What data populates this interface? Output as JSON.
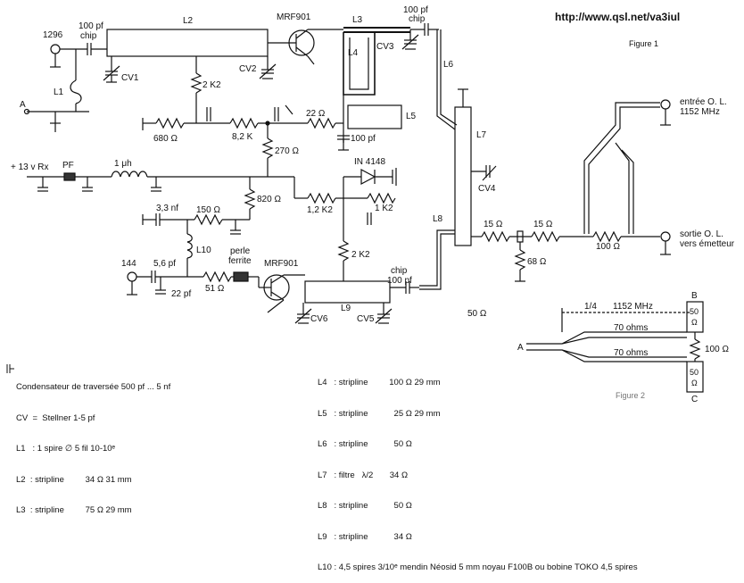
{
  "url": "http://www.qsl.net/va3iul",
  "figure1": "Figure 1",
  "labels": {
    "in1296": "1296",
    "cap_in": "100 pf",
    "chip": "chip",
    "l2": "L2",
    "l3": "L3",
    "l4": "L4",
    "l5": "L5",
    "l6": "L6",
    "l7": "L7",
    "l8": "L8",
    "l9": "L9",
    "l10": "L10",
    "l1": "L1",
    "a": "A",
    "cv1": "CV1",
    "cv2": "CV2",
    "cv3": "CV3",
    "cv4": "CV4",
    "cv5": "CV5",
    "cv6": "CV6",
    "q1": "MRF901",
    "q2": "MRF901",
    "r2k2a": "2 K2",
    "r680": "680 Ω",
    "r8k2": "8,2 K",
    "r22": "22 Ω",
    "c100b": "100 pf",
    "r270": "270 Ω",
    "supply": "+ 13 v Rx",
    "pf": "PF",
    "ind1": "1 μh",
    "r820": "820 Ω",
    "diode": "IN 4148",
    "r1k2a": "1,2 K2",
    "r1k2b": "1 K2",
    "c33": "3,3 nf",
    "r150": "150 Ω",
    "in144": "144",
    "c56": "5,6 pf",
    "c22": "22 pf",
    "r51": "51 Ω",
    "ferrite1": "perle",
    "ferrite2": "ferrite",
    "r2k2b": "2 K2",
    "chip2": "chip",
    "c100c": "100 pf",
    "cap_top1": "100 pf",
    "cap_top2": "chip",
    "r15a": "15 Ω",
    "r15b": "15 Ω",
    "r68": "68 Ω",
    "r100": "100 Ω",
    "lo_in1": "entrée O. L.",
    "lo_in2": "1152 MHz",
    "lo_out1": "sortie O. L.",
    "lo_out2": "vers émetteur",
    "fifty": "50 Ω"
  },
  "fig2": {
    "quarter": "1/4",
    "freq": "1152 MHz",
    "b": "B",
    "c": "C",
    "a": "A",
    "z1": "70 ohms",
    "z2": "70 ohms",
    "r": "100 Ω",
    "p1": "50",
    "p1u": "Ω",
    "p2": "50",
    "p2u": "Ω",
    "caption": "Figure 2"
  },
  "legend_left": [
    "Condensateur de traversée 500 pf ... 5 nf",
    "CV  =  Stellner 1-5 pf",
    "L1   : 1 spire ∅ 5 fil 10-10ᵉ",
    "L2  : stripline         34 Ω 31 mm",
    "L3  : stripline         75 Ω 29 mm"
  ],
  "legend_right": [
    "L4   : stripline         100 Ω 29 mm",
    "L5   : stripline           25 Ω 29 mm",
    "L6   : stripline           50 Ω",
    "L7   : filtre   λ/2       34 Ω",
    "L8   : stripline           50 Ω",
    "L9   : stripline           34 Ω"
  ],
  "legend_l10": "L10 : 4,5 spires 3/10ᵉ mendin Néosid 5 mm noyau F100B ou bobine TOKO 4,5 spires"
}
